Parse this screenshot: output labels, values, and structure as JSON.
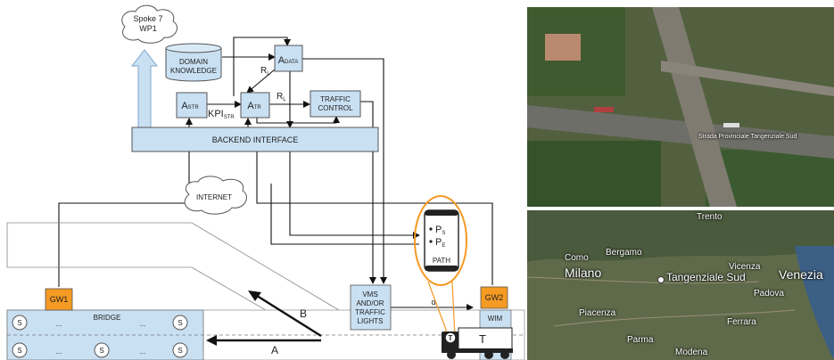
{
  "cloud_spoke": {
    "line1": "Spoke 7",
    "line2": "WP1"
  },
  "domain_knowledge": {
    "line1": "DOMAIN",
    "line2": "KNOWLEDGE"
  },
  "adata": {
    "main": "A",
    "sub": "DATA"
  },
  "astr": {
    "main": "A",
    "sub": "STR"
  },
  "atr": {
    "main": "A",
    "sub": "TR"
  },
  "kpi": {
    "main": "KPI",
    "sub": "STR"
  },
  "rl_top": {
    "main": "R",
    "sub": "L"
  },
  "rl_mid": {
    "main": "R",
    "sub": "L"
  },
  "traffic_control": {
    "line1": "TRAFFIC",
    "line2": "CONTROL"
  },
  "backend_interface": "BACKEND INTERFACE",
  "internet": "INTERNET",
  "phone": {
    "ps_main": "P",
    "ps_sub": "S",
    "pe_main": "P",
    "pe_sub": "E",
    "path": "PATH"
  },
  "gw1": "GW1",
  "gw2": "GW2",
  "wim": "WIM",
  "vms": {
    "line1": "VMS",
    "line2": "AND/OR",
    "line3": "TRAFFIC",
    "line4": "LIGHTS"
  },
  "distance_label": "d",
  "bridge_label": "BRIDGE",
  "sensor_label": "S",
  "ellipsis": "...",
  "arrow_a": "A",
  "arrow_b": "B",
  "truck_label": "T",
  "truck_icon": "T",
  "aerial": {
    "road_label": "Strada Provinciale Tangenziale Sud"
  },
  "map": {
    "cities": [
      "Trento",
      "Como",
      "Bergamo",
      "Milano",
      "Vicenza",
      "Venezia",
      "Padova",
      "Piacenza",
      "Ferrara",
      "Parma",
      "Modena"
    ],
    "marker_label": "Tangenziale Sud"
  }
}
